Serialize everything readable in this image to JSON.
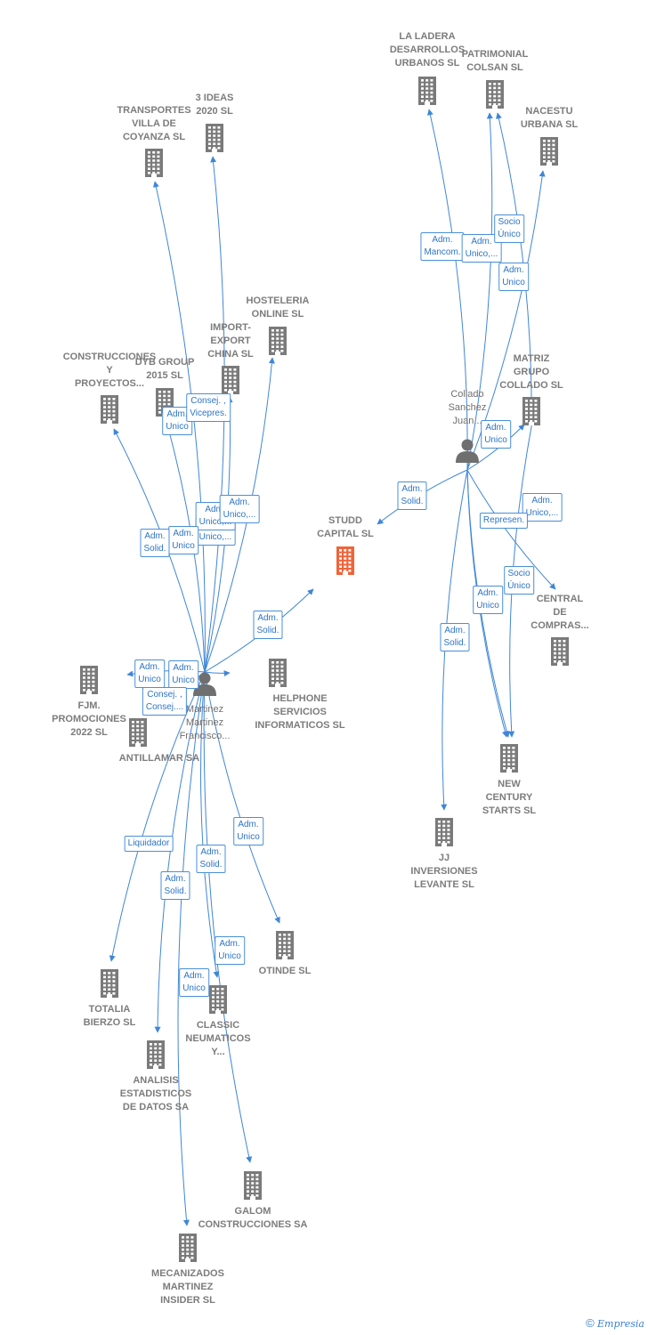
{
  "nodes": [
    {
      "id": "studd",
      "label": "STUDD\nCAPITAL  SL",
      "kind": "company",
      "focus": true
    },
    {
      "id": "martinez",
      "label": "Martinez\nMartinez\nFrancisco...",
      "kind": "person"
    },
    {
      "id": "collado",
      "label": "Collado\nSanchez\nJuan...",
      "kind": "person"
    },
    {
      "id": "transportes",
      "label": "TRANSPORTES\nVILLA DE\nCOYANZA  SL",
      "kind": "company"
    },
    {
      "id": "ideas",
      "label": "3 IDEAS\n2020  SL",
      "kind": "company"
    },
    {
      "id": "hosteleria",
      "label": "HOSTELERIA\nONLINE  SL",
      "kind": "company"
    },
    {
      "id": "import",
      "label": "IMPORT-\nEXPORT\nCHINA SL",
      "kind": "company"
    },
    {
      "id": "dyb",
      "label": "DYB GROUP\n2015  SL",
      "kind": "company"
    },
    {
      "id": "construcciones",
      "label": "CONSTRUCCIONES\nY\nPROYECTOS...",
      "kind": "company"
    },
    {
      "id": "fjm",
      "label": "FJM.\nPROMOCIONES\n2022  SL",
      "kind": "company"
    },
    {
      "id": "antillamar",
      "label": "ANTILLAMAR SA",
      "kind": "company"
    },
    {
      "id": "helphone",
      "label": "HELPHONE\nSERVICIOS\nINFORMATICOS SL",
      "kind": "company"
    },
    {
      "id": "otinde",
      "label": "OTINDE  SL",
      "kind": "company"
    },
    {
      "id": "totalia",
      "label": "TOTALIA\nBIERZO SL",
      "kind": "company"
    },
    {
      "id": "classic",
      "label": "CLASSIC\nNEUMATICOS\nY...",
      "kind": "company"
    },
    {
      "id": "analisis",
      "label": "ANALISIS\nESTADISTICOS\nDE DATOS SA",
      "kind": "company"
    },
    {
      "id": "galom",
      "label": "GALOM\nCONSTRUCCIONES SA",
      "kind": "company"
    },
    {
      "id": "mecanizados",
      "label": "MECANIZADOS\nMARTINEZ\nINSIDER SL",
      "kind": "company"
    },
    {
      "id": "ladera",
      "label": "LA LADERA\nDESARROLLOS\nURBANOS  SL",
      "kind": "company"
    },
    {
      "id": "patrimonial",
      "label": "PATRIMONIAL\nCOLSAN  SL",
      "kind": "company"
    },
    {
      "id": "nacestu",
      "label": "NACESTU\nURBANA  SL",
      "kind": "company"
    },
    {
      "id": "matriz",
      "label": "MATRIZ\nGRUPO\nCOLLADO  SL",
      "kind": "company"
    },
    {
      "id": "central",
      "label": "CENTRAL\nDE\nCOMPRAS...",
      "kind": "company"
    },
    {
      "id": "newcentury",
      "label": "NEW\nCENTURY\nSTARTS  SL",
      "kind": "company"
    },
    {
      "id": "jj",
      "label": "JJ\nINVERSIONES\nLEVANTE  SL",
      "kind": "company"
    }
  ],
  "relations": [
    {
      "from": "martinez",
      "to": "studd",
      "label": "Adm.\nSolid."
    },
    {
      "from": "collado",
      "to": "studd",
      "label": "Adm.\nSolid."
    },
    {
      "from": "martinez",
      "to": "transportes",
      "label": "Adm.\nUnico"
    },
    {
      "from": "martinez",
      "to": "ideas",
      "label": "Adm.\nUnico,..."
    },
    {
      "from": "martinez",
      "to": "hosteleria",
      "label": "Adm.\nUnico,..."
    },
    {
      "from": "martinez",
      "to": "import",
      "label": "Consej. ,\nVicepres."
    },
    {
      "from": "martinez",
      "to": "dyb",
      "label": "Adm.\nUnico"
    },
    {
      "from": "martinez",
      "to": "construcciones",
      "label": "Adm.\nSolid."
    },
    {
      "from": "martinez",
      "to": "fjm",
      "label": "Adm.\nUnico"
    },
    {
      "from": "martinez",
      "to": "antillamar",
      "label": "Consej. ,\nConsej...."
    },
    {
      "from": "martinez",
      "to": "helphone",
      "label": ""
    },
    {
      "from": "martinez",
      "to": "otinde",
      "label": "Adm.\nUnico"
    },
    {
      "from": "martinez",
      "to": "totalia",
      "label": "Liquidador"
    },
    {
      "from": "martinez",
      "to": "analisis",
      "label": "Adm.\nSolid."
    },
    {
      "from": "martinez",
      "to": "classic",
      "label": "Adm.\nUnico"
    },
    {
      "from": "martinez",
      "to": "galom",
      "label": "Adm.\nSolid."
    },
    {
      "from": "martinez",
      "to": "mecanizados",
      "label": "Adm.\nUnico"
    },
    {
      "from": "collado",
      "to": "ladera",
      "label": "Adm.\nMancom."
    },
    {
      "from": "collado",
      "to": "patrimonial",
      "label": "Adm.\nUnico,..."
    },
    {
      "from": "collado",
      "to": "nacestu",
      "label": "Adm.\nUnico"
    },
    {
      "from": "collado",
      "to": "matriz",
      "label": "Adm.\nUnico"
    },
    {
      "from": "collado",
      "to": "central",
      "label": "Adm.\nUnico,..."
    },
    {
      "from": "collado",
      "to": "newcentury",
      "label": "Adm.\nUnico"
    },
    {
      "from": "collado",
      "to": "jj",
      "label": "Adm.\nSolid."
    },
    {
      "from": "matriz",
      "to": "patrimonial",
      "label": "Socio\nÚnico"
    },
    {
      "from": "matriz",
      "to": "newcentury",
      "label": "Socio\nÚnico"
    },
    {
      "from": "collado",
      "to": "newcentury",
      "label": "Represen."
    }
  ],
  "extra_labels": [
    {
      "label": "Adm.\nUnico,..."
    },
    {
      "label": "Adm.\nUnico"
    }
  ],
  "copyright": {
    "symbol": "©",
    "brand": "Empresia"
  },
  "colors": {
    "edge": "#3f86d6",
    "company_icon": "#7a7a7a",
    "focus_icon": "#f0643a",
    "label_border": "#4a8fd8"
  }
}
